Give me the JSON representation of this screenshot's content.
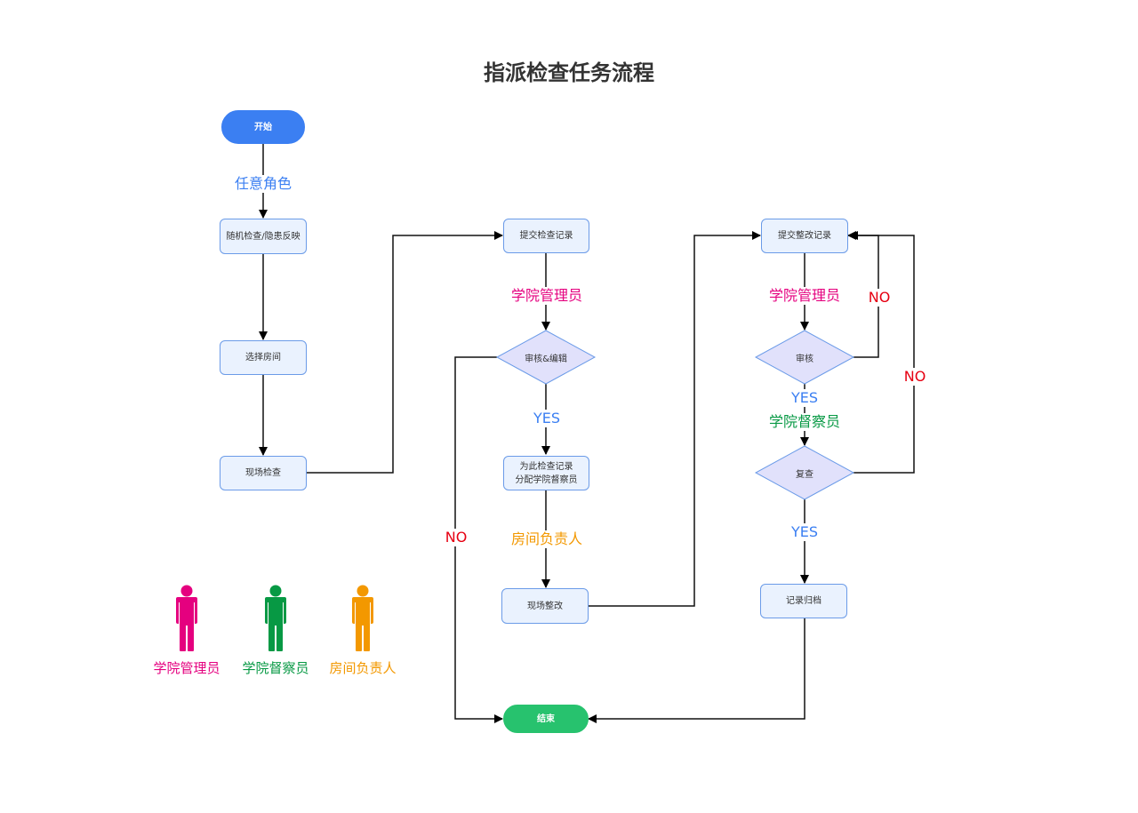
{
  "title": "指派检查任务流程",
  "colors": {
    "admin": "#e5007f",
    "inspector": "#079944",
    "room_owner": "#f39800",
    "yes": "#3b7ff2",
    "no": "#e60012",
    "start": "#3b7ff2",
    "end": "#27c26e",
    "process_fill": "#eaf2fe",
    "decision_fill": "#e1e1fb"
  },
  "nodes": {
    "start": "开始",
    "random_check": "随机检查/隐患反映",
    "select_room": "选择房间",
    "onsite_check": "现场检查",
    "submit_check_record": "提交检查记录",
    "review_edit": "审核&编辑",
    "assign_line1": "为此检查记录",
    "assign_line2": "分配学院督察员",
    "onsite_rectify": "现场整改",
    "submit_rectify_record": "提交整改记录",
    "review": "审核",
    "recheck": "复查",
    "archive": "记录归档",
    "end": "结束"
  },
  "edge_labels": {
    "any_role": "任意角色",
    "admin_1": "学院管理员",
    "yes_1": "YES",
    "room_owner": "房间负责人",
    "no_1": "NO",
    "admin_2": "学院管理员",
    "no_2": "NO",
    "yes_2": "YES",
    "inspector": "学院督察员",
    "no_3": "NO",
    "yes_3": "YES"
  },
  "legend": [
    {
      "icon": "person-icon",
      "label": "学院管理员",
      "role": "admin"
    },
    {
      "icon": "person-icon",
      "label": "学院督察员",
      "role": "inspector"
    },
    {
      "icon": "person-icon",
      "label": "房间负责人",
      "role": "room_owner"
    }
  ]
}
